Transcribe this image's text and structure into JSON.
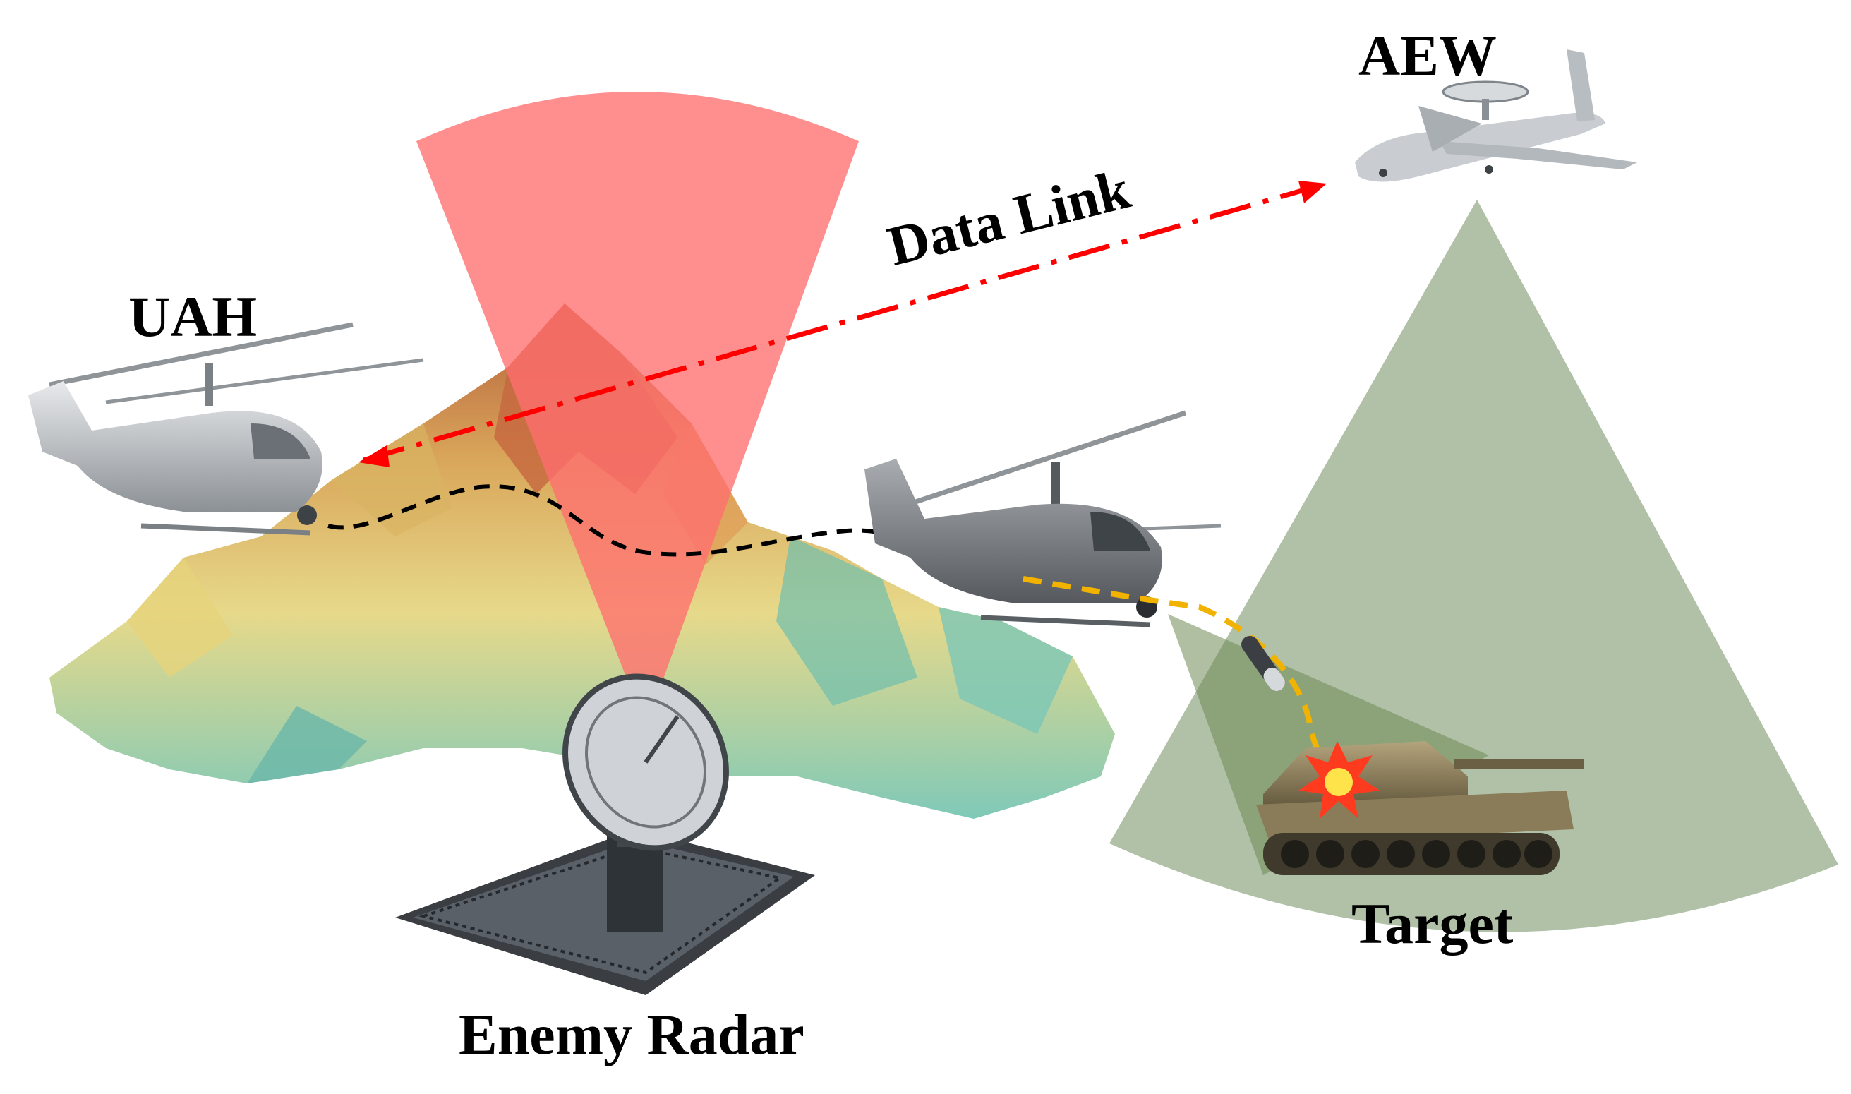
{
  "labels": {
    "aew": "AEW",
    "uah": "UAH",
    "data_link": "Data Link",
    "target": "Target",
    "enemy_radar": "Enemy Radar"
  },
  "colors": {
    "radar_beam": "#ff6e6e",
    "aew_coverage": "#9aaf8e",
    "data_link_line": "#ff0000",
    "flight_path": "#000000",
    "missile_path": "#f2b200"
  },
  "icons": [
    "aew-aircraft-icon",
    "helicopter-icon",
    "tank-icon",
    "radar-dish-icon",
    "missile-icon",
    "mountain-icon"
  ]
}
